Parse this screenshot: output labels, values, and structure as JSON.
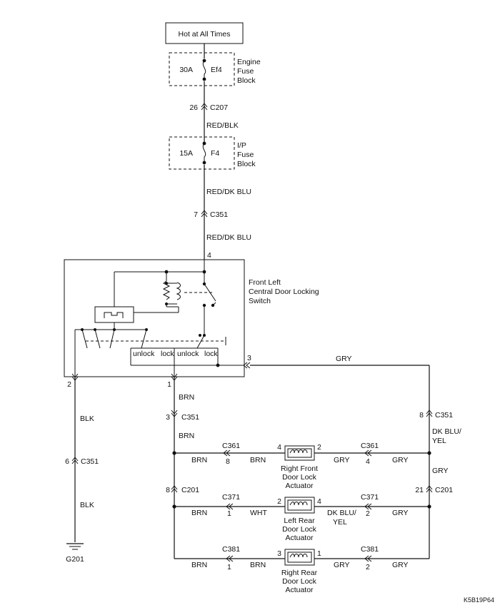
{
  "power_source": "Hot at All Times",
  "fuses": [
    {
      "rating": "30A",
      "id": "Ef4",
      "block_lines": [
        "Engine",
        "Fuse",
        "Block"
      ]
    },
    {
      "rating": "15A",
      "id": "F4",
      "block_lines": [
        "I/P",
        "Fuse",
        "Block"
      ]
    }
  ],
  "connectors": {
    "c207": {
      "pin": "26",
      "name": "C207"
    },
    "c351_top": {
      "pin": "7",
      "name": "C351"
    },
    "c351_brn": {
      "pin": "3",
      "name": "C351"
    },
    "c351_blk": {
      "pin": "6",
      "name": "C351"
    },
    "c351_right": {
      "pin": "8",
      "name": "C351"
    },
    "c201_left": {
      "pin": "8",
      "name": "C201"
    },
    "c201_right": {
      "pin": "21",
      "name": "C201"
    },
    "c361_left": {
      "pin": "8",
      "name": "C361"
    },
    "c361_right": {
      "pin": "4",
      "name": "C361"
    },
    "c371_left": {
      "pin": "1",
      "name": "C371"
    },
    "c371_right": {
      "pin": "2",
      "name": "C371"
    },
    "c381_left": {
      "pin": "1",
      "name": "C381"
    },
    "c381_right": {
      "pin": "2",
      "name": "C381"
    }
  },
  "wires": {
    "red_blk": "RED/BLK",
    "red_dk_blu": "RED/DK BLU",
    "brn": "BRN",
    "blk": "BLK",
    "gry": "GRY",
    "wht": "WHT",
    "dk_blu_yel": [
      "DK BLU/",
      "YEL"
    ]
  },
  "switch": {
    "label_lines": [
      "Front Left",
      "Central Door Locking",
      "Switch"
    ],
    "pin_top": "4",
    "pin_gry": "3",
    "pin_blk": "2",
    "pin_brn": "1",
    "positions": [
      "unlock",
      "lock",
      "unlock",
      "lock"
    ]
  },
  "actuators": [
    {
      "label_lines": [
        "Right Front",
        "Door Lock",
        "Actuator"
      ],
      "pin_left": "4",
      "pin_right": "2"
    },
    {
      "label_lines": [
        "Left Rear",
        "Door Lock",
        "Actuator"
      ],
      "pin_left": "2",
      "pin_right": "4"
    },
    {
      "label_lines": [
        "Right Rear",
        "Door Lock",
        "Actuator"
      ],
      "pin_left": "3",
      "pin_right": "1"
    }
  ],
  "ground": "G201",
  "figure_code": "K5B19P64"
}
